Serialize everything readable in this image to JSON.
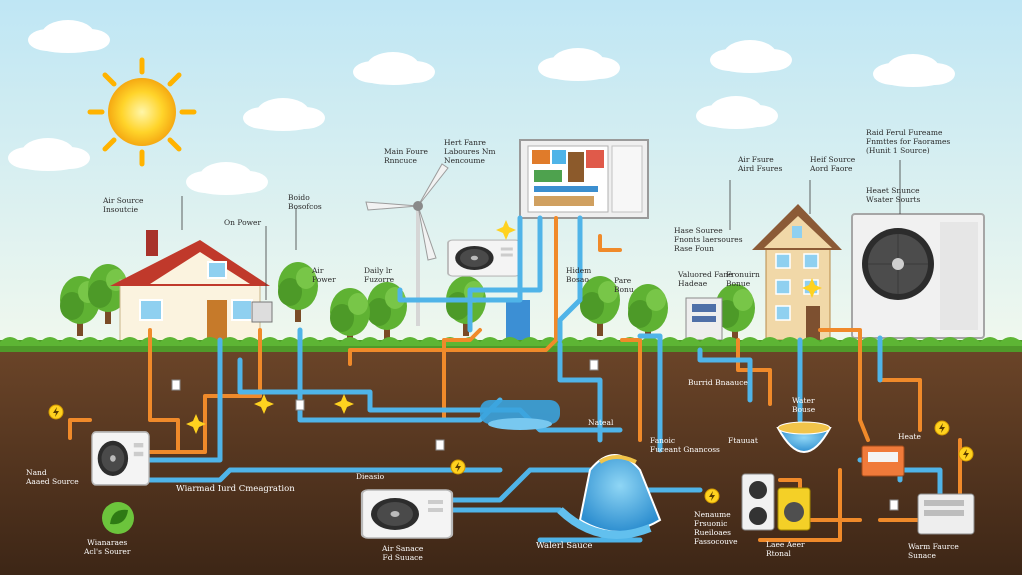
{
  "colors": {
    "sky_top": "#bfe6f4",
    "sky_bottom": "#eef8f2",
    "grass": "#4f9a2a",
    "soil_top": "#6a4428",
    "soil_bottom": "#3d2616",
    "pipe_blue": "#4fb4e8",
    "pipe_orange": "#f08a2a",
    "water": "#3aa3de",
    "sun": "#ffcf1f"
  },
  "icons": [
    "sun-icon",
    "cloud-icon",
    "wind-turbine-icon",
    "fan-icon",
    "leaf-icon",
    "bolt-icon",
    "sparkle-icon"
  ],
  "labels": {
    "air_source_top": [
      "Air Source",
      "Insoutcie"
    ],
    "on_power": "On Power",
    "boido": [
      "Boido",
      "Bosofcos"
    ],
    "air_power": [
      "Air",
      "Power"
    ],
    "daily": [
      "Daily lr",
      "Fuzorre"
    ],
    "main_fourd": [
      "Main Foure",
      "Rnncuce"
    ],
    "heat_frame": [
      "Hert Fanre",
      "Laboures Nm",
      "Nencoume"
    ],
    "air_fsure": [
      "Air Fsure",
      "Aird Fsures"
    ],
    "heif_source": [
      "Heif Source",
      "Aord Faore"
    ],
    "raid_fouces": [
      "Raid Ferul Fureame",
      "Fnmttes for Faorames",
      "(Hunit 1 Source)"
    ],
    "hidem": [
      "Hidem",
      "Bosao"
    ],
    "pare_bonu": [
      "Pare",
      "Bonu"
    ],
    "water_source_mid": [
      "Hase Souree",
      "Fnonts laersoures",
      "Rase Foun"
    ],
    "small_labels": [
      "Valuored Fane",
      "Hadeae",
      "Fronuirn",
      "Bonue"
    ],
    "heaet_source": [
      "Heaet Snunce",
      "Wsater Sourts"
    ],
    "burried": [
      "Burrid Bnaauce"
    ],
    "aird_source_left": [
      "Nand",
      "Aaaed Source"
    ],
    "warmed_conn": "Wiarmad Iurd Cmeagration",
    "dieasio": "Dieasio",
    "fanoic": [
      "Fanoic",
      "Fuceant Gnancoss"
    ],
    "water_bouse": [
      "Water",
      "Bouse"
    ],
    "wianaraes": [
      "Wianaraes",
      "Acl's Sourer"
    ],
    "air_source_bottom": [
      "Air Sanace",
      "Fd Suuace"
    ],
    "water_source_bottom": "Walerl Sauce",
    "nenaume": [
      "Nenaume",
      "Frsuonic",
      "Rueiloaes",
      "Fassocouve"
    ],
    "laee_acdr": [
      "Laee Aeer",
      "Rtonal"
    ],
    "warm_source": [
      "Warm Faurce",
      "Sunace"
    ],
    "tiny": [
      "Ftauuat",
      "Heate",
      "Nateal"
    ]
  }
}
